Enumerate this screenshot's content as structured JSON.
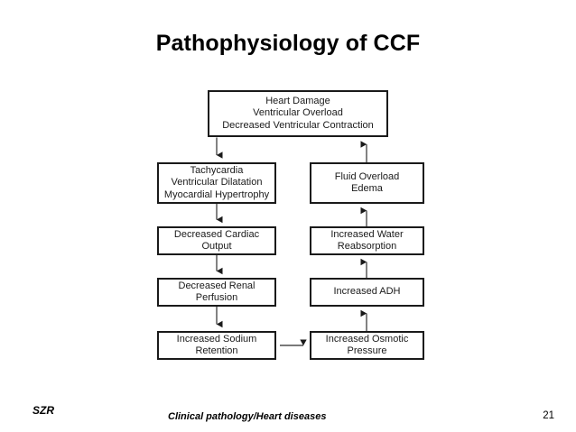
{
  "slide": {
    "title": "Pathophysiology of CCF"
  },
  "flowchart": {
    "nodes": {
      "heart_damage": "Heart Damage\nVentricular Overload\nDecreased Ventricular Contraction",
      "tachycardia": "Tachycardia\nVentricular Dilatation\nMyocardial Hypertrophy",
      "fluid_overload": "Fluid Overload\nEdema",
      "decreased_cardiac_output": "Decreased Cardiac\nOutput",
      "increased_water_reabsorption": "Increased Water\nReabsorption",
      "decreased_renal_perfusion": "Decreased Renal\nPerfusion",
      "increased_adh": "Increased ADH",
      "increased_sodium_retention": "Increased Sodium\nRetention",
      "increased_osmotic_pressure": "Increased Osmotic\nPressure"
    },
    "edges": [
      {
        "from": "heart_damage",
        "to": "tachycardia",
        "direction": "down"
      },
      {
        "from": "tachycardia",
        "to": "decreased_cardiac_output",
        "direction": "down"
      },
      {
        "from": "decreased_cardiac_output",
        "to": "decreased_renal_perfusion",
        "direction": "down"
      },
      {
        "from": "decreased_renal_perfusion",
        "to": "increased_sodium_retention",
        "direction": "down"
      },
      {
        "from": "increased_sodium_retention",
        "to": "increased_osmotic_pressure",
        "direction": "right"
      },
      {
        "from": "increased_osmotic_pressure",
        "to": "increased_adh",
        "direction": "up"
      },
      {
        "from": "increased_adh",
        "to": "increased_water_reabsorption",
        "direction": "up"
      },
      {
        "from": "increased_water_reabsorption",
        "to": "fluid_overload",
        "direction": "up"
      },
      {
        "from": "fluid_overload",
        "to": "heart_damage",
        "direction": "up"
      }
    ],
    "colors": {
      "box_border": "#1a1a1a",
      "box_fill": "#ffffff",
      "connector": "#4d4d4d",
      "arrowhead": "#1a1a1a"
    }
  },
  "footer": {
    "author": "SZR",
    "subject": "Clinical pathology/Heart diseases",
    "page_number": "21"
  }
}
